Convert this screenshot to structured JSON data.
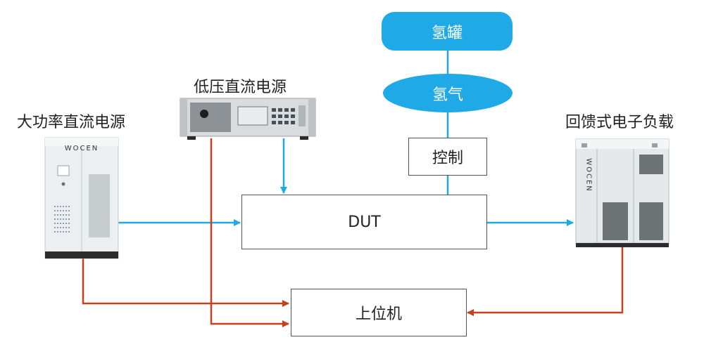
{
  "nodes": {
    "hydrogen_tank": "氢罐",
    "hydrogen_gas": "氢气",
    "control": "控制",
    "dut": "DUT",
    "host_pc": "上位机"
  },
  "devices": {
    "high_power_dc_supply": "大功率直流电源",
    "low_voltage_dc_supply": "低压直流电源",
    "regenerative_load": "回馈式电子负载"
  },
  "brand": "WOCEN",
  "colors": {
    "power_flow": "#1fa9e6",
    "communication": "#c9401a"
  }
}
